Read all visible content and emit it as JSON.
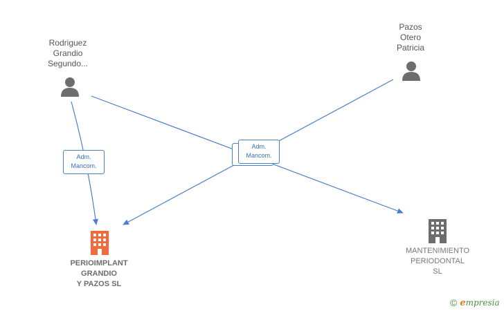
{
  "persons": [
    {
      "id": "rodriguez",
      "lines": [
        "Rodriguez",
        "Grandio",
        "Segundo..."
      ]
    },
    {
      "id": "pazos",
      "lines": [
        "Pazos",
        "Otero",
        "Patricia"
      ]
    }
  ],
  "companies": [
    {
      "id": "perioimplant",
      "lines": [
        "PERIOIMPLANT",
        "GRANDIO",
        "Y PAZOS  SL"
      ],
      "color": "#f26a3a"
    },
    {
      "id": "mantenimiento",
      "lines": [
        "MANTENIMIENTO",
        "PERIODONTAL",
        "SL"
      ],
      "color": "#6d6d6d"
    }
  ],
  "edges": [
    {
      "from": "rodriguez",
      "to": "perioimplant",
      "label": [
        "Adm.",
        "Mancom."
      ]
    },
    {
      "from": "rodriguez",
      "to": "mantenimiento",
      "label": [
        "Adm.",
        "Mancom."
      ]
    },
    {
      "from": "pazos",
      "to": "perioimplant",
      "label": [
        "Adm.",
        "Mancom."
      ]
    }
  ],
  "colors": {
    "edge": "#4a7fc9",
    "person_icon": "#6d6d6d",
    "label_text": "#555555"
  },
  "footer": {
    "copyright": "©",
    "brand_e": "e",
    "brand_rest": "mpresia"
  }
}
